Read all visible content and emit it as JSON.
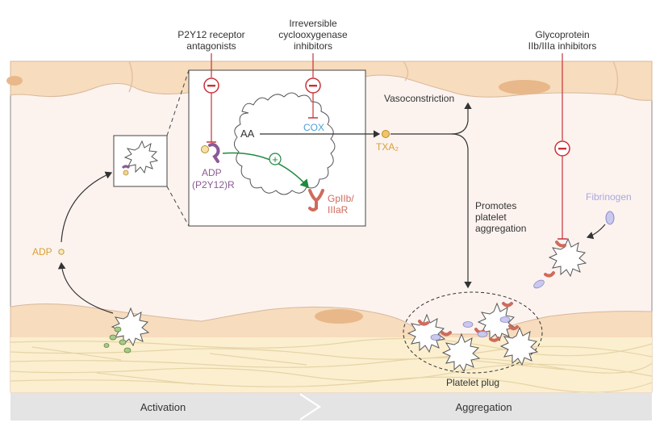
{
  "inhibitors": {
    "p2y12": [
      "P2Y12 receptor",
      "antagonists"
    ],
    "cox": [
      "Irreversible",
      "cyclooxygenase",
      "inhibitors"
    ],
    "gp": [
      "Glycoprotein",
      "IIb/IIIa inhibitors"
    ]
  },
  "minus_symbol": "−",
  "plus_symbol": "+",
  "labels": {
    "aa": "AA",
    "cox": "COX",
    "txa2": "TXA₂",
    "adp_receptor": [
      "ADP",
      "(P2Y12)R"
    ],
    "gp_receptor": [
      "GpIIb/",
      "IIIaR"
    ],
    "vasoconstriction": "Vasoconstriction",
    "promotes": [
      "Promotes",
      "platelet",
      "aggregation"
    ],
    "fibrinogen": "Fibrinogen",
    "adp": "ADP",
    "platelet_plug": "Platelet plug"
  },
  "stages": {
    "activation": "Activation",
    "aggregation": "Aggregation"
  },
  "colors": {
    "inhibitor_red": "#c8323a",
    "cox_blue": "#4a9fd6",
    "green": "#1e8a3e",
    "txa2_gold": "#d9a032",
    "adp_receptor_purple": "#8a5a94",
    "gp_receptor_red": "#cf6b5c",
    "fibrinogen": "#a9a8dd",
    "endothelium": "#f7dcbd",
    "nucleus": "#e8b88a",
    "vessel_lumen": "#fcf3ef",
    "stage_bar": "#e4e4e4"
  }
}
